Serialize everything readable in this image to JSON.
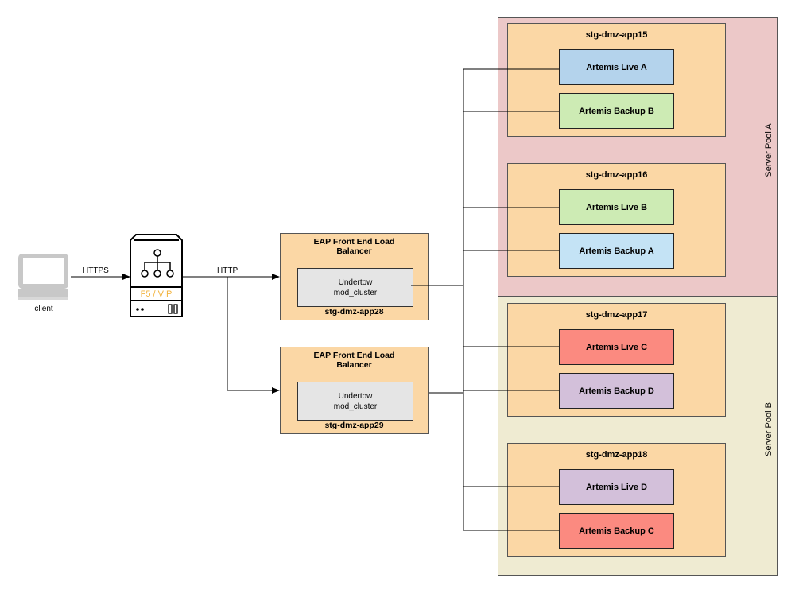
{
  "client": {
    "label": "client"
  },
  "f5": {
    "label": "F5 / VIP"
  },
  "connections": {
    "https_label": "HTTPS",
    "http_label": "HTTP"
  },
  "load_balancers": [
    {
      "title_line1": "EAP Front End Load",
      "title_line2": "Balancer",
      "inner_line1": "Undertow",
      "inner_line2": "mod_cluster",
      "host": "stg-dmz-app28"
    },
    {
      "title_line1": "EAP Front End Load",
      "title_line2": "Balancer",
      "inner_line1": "Undertow",
      "inner_line2": "mod_cluster",
      "host": "stg-dmz-app29"
    }
  ],
  "pools": [
    {
      "label": "Server Pool A",
      "color": "#ecc8c8"
    },
    {
      "label": "Server Pool B",
      "color": "#efebd2"
    }
  ],
  "hosts": [
    {
      "name": "stg-dmz-app15",
      "services": [
        {
          "label": "Artemis Live A",
          "color": "#b4d3ec"
        },
        {
          "label": "Artemis Backup  B",
          "color": "#cdebb4"
        }
      ]
    },
    {
      "name": "stg-dmz-app16",
      "services": [
        {
          "label": "Artemis Live B",
          "color": "#cdebb4"
        },
        {
          "label": "Artemis Backup A",
          "color": "#c4e3f5"
        }
      ]
    },
    {
      "name": "stg-dmz-app17",
      "services": [
        {
          "label": "Artemis Live C",
          "color": "#fb8a80"
        },
        {
          "label": "Artemis Backup D",
          "color": "#d3c0da"
        }
      ]
    },
    {
      "name": "stg-dmz-app18",
      "services": [
        {
          "label": "Artemis Live D",
          "color": "#d3c0da"
        },
        {
          "label": "Artemis Backup C",
          "color": "#fb8a80"
        }
      ]
    }
  ]
}
